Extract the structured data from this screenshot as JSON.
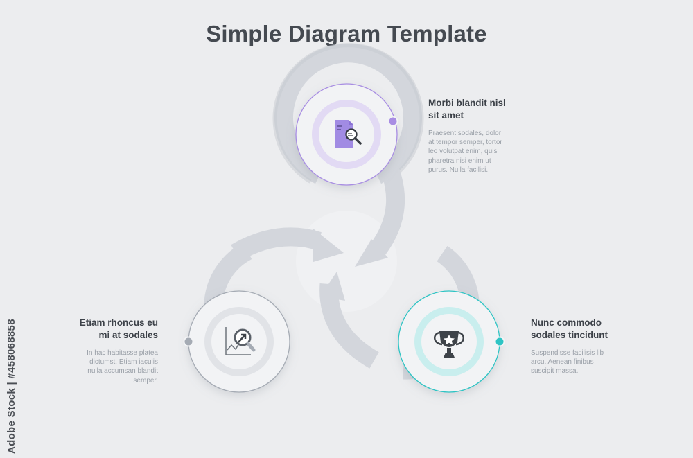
{
  "title": "Simple Diagram Template",
  "watermark": "Adobe Stock | #458068858",
  "colors": {
    "background": "#ecedef",
    "step_top": "#a88de3",
    "step_left": "#a5abb4",
    "step_right": "#2ec4c4",
    "arrows": "#d3d6dc"
  },
  "steps": [
    {
      "id": "top",
      "icon": "document-search-icon",
      "heading_lines": [
        "Morbi blandit nisl",
        "sit amet"
      ],
      "body_lines": [
        "Praesent sodales, dolor",
        "at tempor semper, tortor",
        "leo volutpat enim, quis",
        "pharetra nisi enim ut",
        "purus. Nulla facilisi."
      ]
    },
    {
      "id": "left",
      "icon": "growth-chart-search-icon",
      "heading_lines": [
        "Etiam rhoncus eu",
        "mi at sodales"
      ],
      "body_lines": [
        "In hac habitasse platea",
        "dictumst. Etiam iaculis",
        "nulla accumsan blandit",
        "semper."
      ]
    },
    {
      "id": "right",
      "icon": "trophy-icon",
      "heading_lines": [
        "Nunc commodo",
        "sodales tincidunt"
      ],
      "body_lines": [
        "Suspendisse facilisis lib",
        "arcu. Aenean finibus",
        "suscipit massa."
      ]
    }
  ]
}
